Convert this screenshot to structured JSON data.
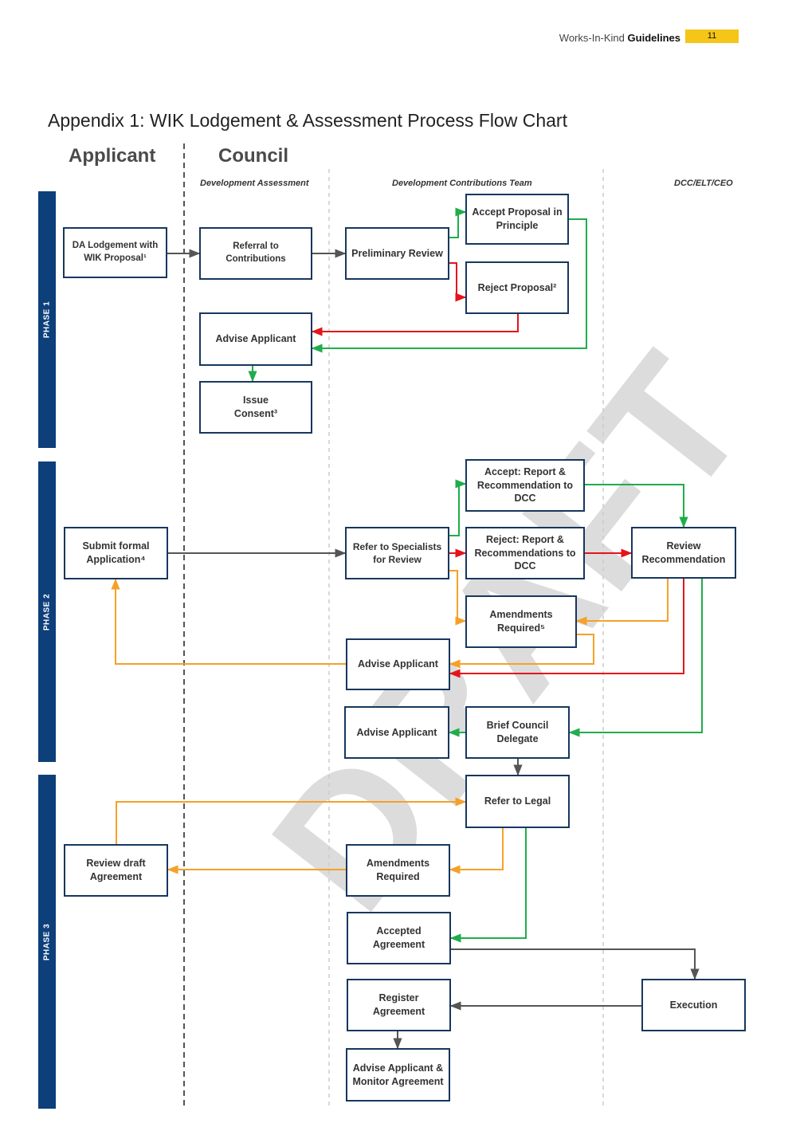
{
  "header": {
    "doc_title": "Works-In-Kind",
    "doc_title_bold": "Guidelines",
    "page_number": "11"
  },
  "title": "Appendix 1: WIK Lodgement & Assessment Process Flow Chart",
  "lanes": {
    "applicant": "Applicant",
    "council": "Council"
  },
  "sublanes": {
    "development_assessment": "Development Assessment",
    "contributions_team": "Development Contributions Team",
    "dcc": "DCC/ELT/CEO"
  },
  "watermark": "DRAFT",
  "phases": [
    "PHASE 1",
    "PHASE 2",
    "PHASE 3"
  ],
  "boxes": {
    "da_lodgement": "DA Lodgement with WIK Proposal¹",
    "referral": "Referral to Contributions",
    "preliminary_review": "Preliminary Review",
    "accept_proposal": "Accept Proposal in Principle",
    "reject_proposal": "Reject Proposal²",
    "advise_applicant_1": "Advise Applicant",
    "issue_consent": "Issue Consent³",
    "accept_report": "Accept: Report & Recommendation to DCC",
    "reject_report": "Reject: Report & Recommendations to DCC",
    "submit_formal": "Submit formal Application⁴",
    "refer_specialists": "Refer to Specialists for Review",
    "review_recommendation": "Review Recommendation",
    "amendments_required_1": "Amendments Required⁵",
    "advise_applicant_2": "Advise Applicant",
    "advise_applicant_3": "Advise Applicant",
    "brief_council": "Brief Council Delegate",
    "refer_legal": "Refer to Legal",
    "review_draft": "Review draft Agreement",
    "amendments_required_2": "Amendments Required",
    "accepted_agreement": "Accepted Agreement",
    "execution": "Execution",
    "register_agreement": "Register Agreement",
    "advise_monitor": "Advise Applicant & Monitor Agreement"
  },
  "colors": {
    "phase_bar": "#0d3f7a",
    "box_border": "#17375e",
    "page_badge": "#f5c518",
    "arrow_neutral": "#555555",
    "arrow_accept": "#1fad4b",
    "arrow_reject": "#e5141b",
    "arrow_amend": "#f5a129"
  }
}
